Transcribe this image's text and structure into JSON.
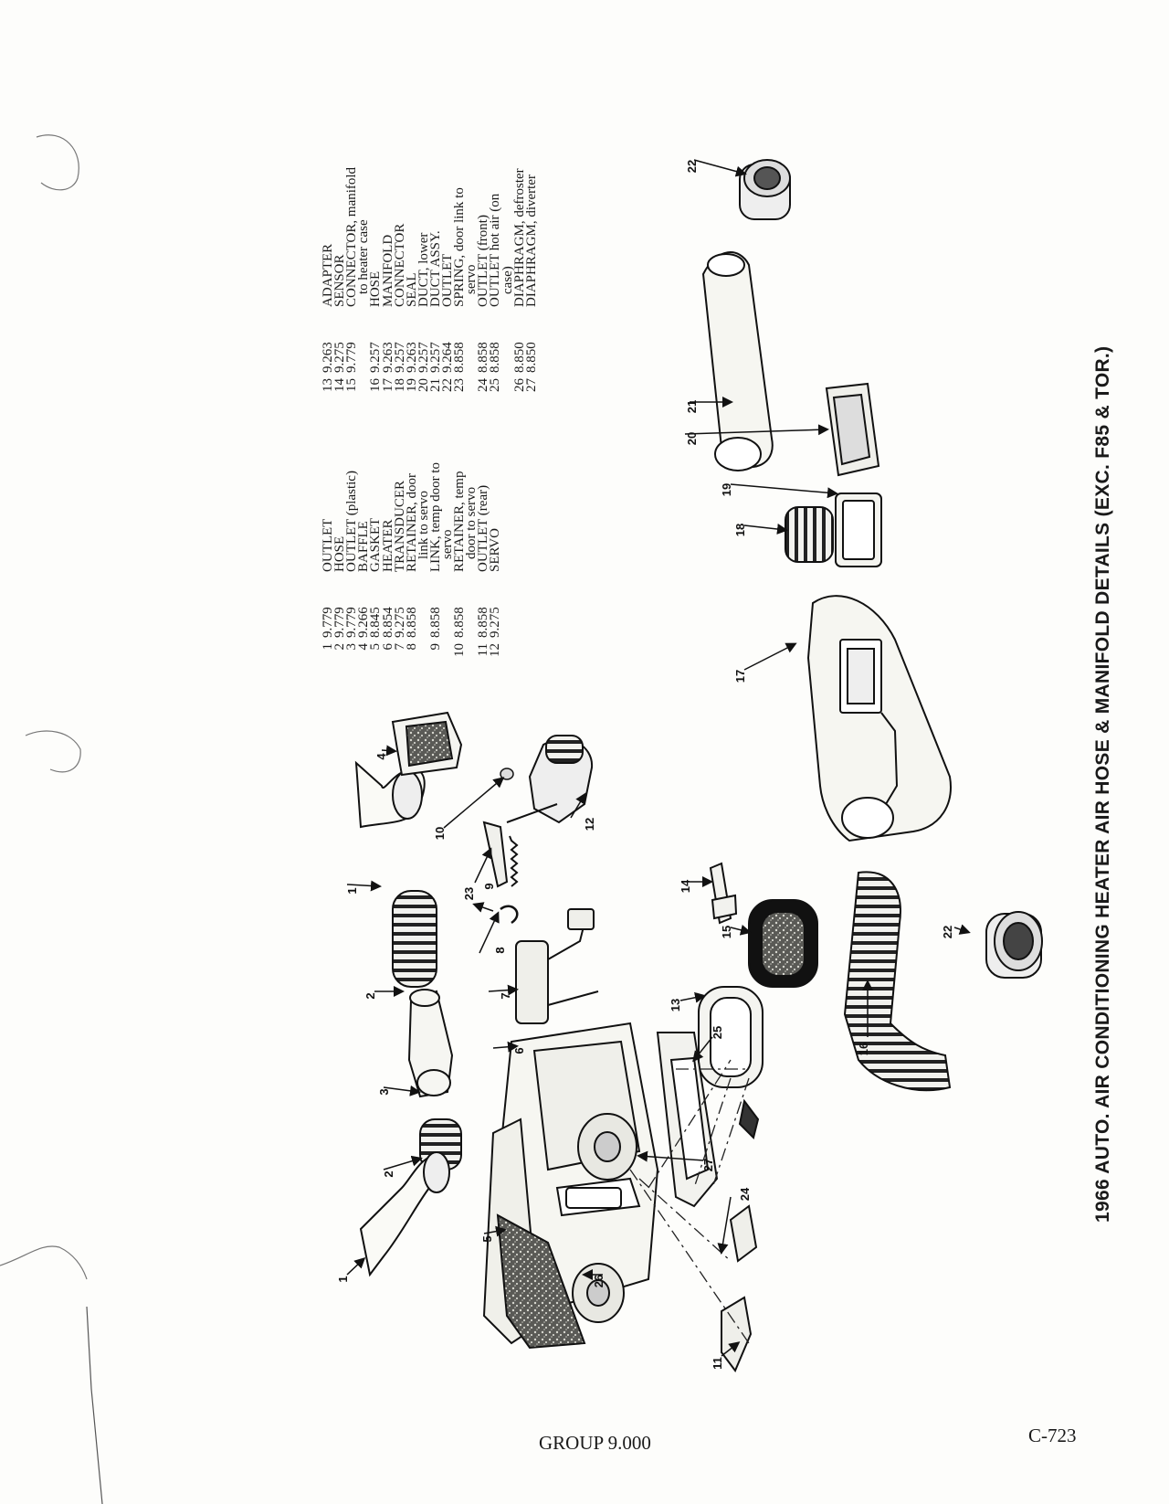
{
  "title": "1966 AUTO. AIR CONDITIONING HEATER AIR HOSE & MANIFOLD DETAILS (EXC. F85 & TOR.)",
  "footer": {
    "group": "GROUP 9.000",
    "page": "C-723"
  },
  "parts_left": [
    {
      "no": "1",
      "code": "9.779",
      "name": "OUTLET"
    },
    {
      "no": "2",
      "code": "9.779",
      "name": "HOSE"
    },
    {
      "no": "3",
      "code": "9.779",
      "name": "OUTLET (plastic)"
    },
    {
      "no": "4",
      "code": "9.266",
      "name": "BAFFLE"
    },
    {
      "no": "5",
      "code": "8.845",
      "name": "GASKET"
    },
    {
      "no": "6",
      "code": "8.854",
      "name": "HEATER"
    },
    {
      "no": "7",
      "code": "9.275",
      "name": "TRANSDUCER"
    },
    {
      "no": "8",
      "code": "8.858",
      "name": "RETAINER, door",
      "cont": "link to servo"
    },
    {
      "no": "9",
      "code": "8.858",
      "name": "LINK, temp door to",
      "cont": "servo"
    },
    {
      "no": "10",
      "code": "8.858",
      "name": "RETAINER, temp",
      "cont": "door to servo"
    },
    {
      "no": "11",
      "code": "8.858",
      "name": "OUTLET (rear)"
    },
    {
      "no": "12",
      "code": "9.275",
      "name": "SERVO"
    }
  ],
  "parts_right": [
    {
      "no": "13",
      "code": "9.263",
      "name": "ADAPTER"
    },
    {
      "no": "14",
      "code": "9.275",
      "name": "SENSOR"
    },
    {
      "no": "15",
      "code": "9.779",
      "name": "CONNECTOR, manifold",
      "cont": "to heater case"
    },
    {
      "no": "16",
      "code": "9.257",
      "name": "HOSE"
    },
    {
      "no": "17",
      "code": "9.263",
      "name": "MANIFOLD"
    },
    {
      "no": "18",
      "code": "9.257",
      "name": "CONNECTOR"
    },
    {
      "no": "19",
      "code": "9.263",
      "name": "SEAL"
    },
    {
      "no": "20",
      "code": "9.257",
      "name": "DUCT, lower"
    },
    {
      "no": "21",
      "code": "9.257",
      "name": "DUCT ASSY."
    },
    {
      "no": "22",
      "code": "9.264",
      "name": "OUTLET"
    },
    {
      "no": "23",
      "code": "8.858",
      "name": "SPRING, door link to",
      "cont": "servo"
    },
    {
      "no": "24",
      "code": "8.858",
      "name": "OUTLET (front)"
    },
    {
      "no": "25",
      "code": "8.858",
      "name": "OUTLET hot air (on",
      "cont": "case)"
    },
    {
      "no": "26",
      "code": "8.850",
      "name": "DIAPHRAGM, defroster"
    },
    {
      "no": "27",
      "code": "8.850",
      "name": "DIAPHRAGM, diverter"
    }
  ],
  "callouts": [
    {
      "id": "1",
      "label": "1"
    },
    {
      "id": "1b",
      "label": "1"
    },
    {
      "id": "2",
      "label": "2"
    },
    {
      "id": "2b",
      "label": "2"
    },
    {
      "id": "3",
      "label": "3"
    },
    {
      "id": "4",
      "label": "4"
    },
    {
      "id": "5",
      "label": "5"
    },
    {
      "id": "6",
      "label": "6"
    },
    {
      "id": "7",
      "label": "7"
    },
    {
      "id": "8",
      "label": "8"
    },
    {
      "id": "9",
      "label": "9"
    },
    {
      "id": "10",
      "label": "10"
    },
    {
      "id": "11",
      "label": "11"
    },
    {
      "id": "12",
      "label": "12"
    },
    {
      "id": "13",
      "label": "13"
    },
    {
      "id": "14",
      "label": "14"
    },
    {
      "id": "15",
      "label": "15"
    },
    {
      "id": "16",
      "label": "16"
    },
    {
      "id": "17",
      "label": "17"
    },
    {
      "id": "18",
      "label": "18"
    },
    {
      "id": "19",
      "label": "19"
    },
    {
      "id": "20",
      "label": "20"
    },
    {
      "id": "21",
      "label": "21"
    },
    {
      "id": "22",
      "label": "22"
    },
    {
      "id": "22b",
      "label": "22"
    },
    {
      "id": "23",
      "label": "23"
    },
    {
      "id": "24",
      "label": "24"
    },
    {
      "id": "25",
      "label": "25"
    },
    {
      "id": "26",
      "label": "26"
    },
    {
      "id": "27",
      "label": "27"
    }
  ]
}
